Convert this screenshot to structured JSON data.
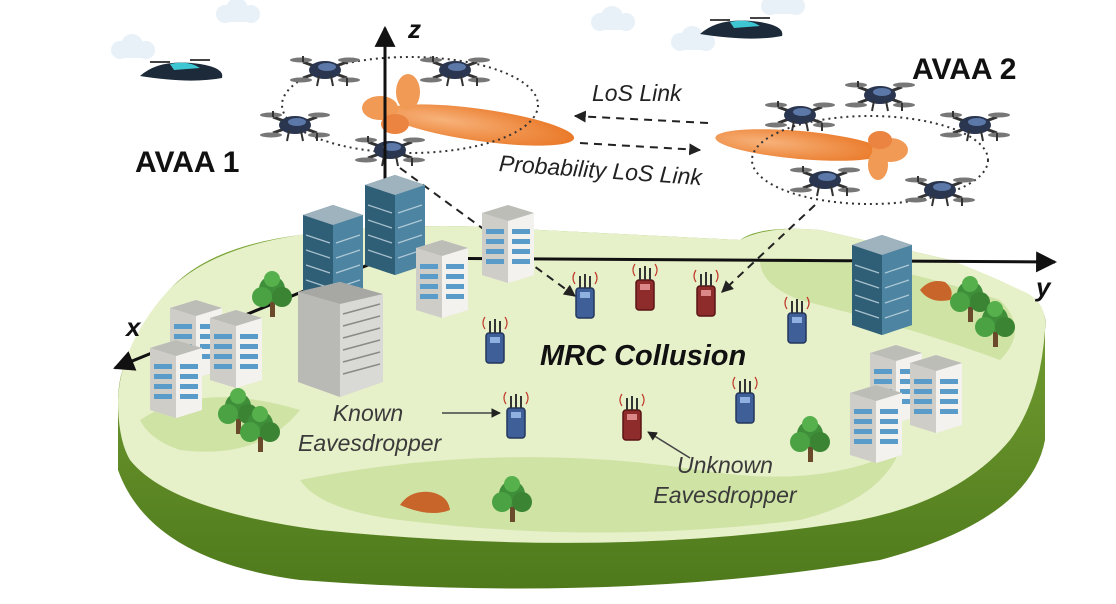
{
  "labels": {
    "avaa1": "AVAA 1",
    "avaa2": "AVAA 2",
    "axis_z": "z",
    "axis_y": "y",
    "axis_x": "x",
    "los_link": "LoS Link",
    "prob_los_link": "Probability LoS Link",
    "mrc_collusion": "MRC Collusion",
    "known_eaves_line1": "Known",
    "known_eaves_line2": "Eavesdropper",
    "unknown_eaves_line1": "Unknown",
    "unknown_eaves_line2": "Eavesdropper"
  },
  "colors": {
    "ground_top": "#e6f0c9",
    "ground_side": "#6f9a2c",
    "beam": "#f08a3c",
    "known_device": "#3f5f99",
    "unknown_device": "#8e2b2b",
    "drone_body": "#2a3550",
    "building_glass": "#2f5e77"
  },
  "icons": [
    "drone-icon",
    "air-taxi-icon",
    "building-icon",
    "tree-icon",
    "rock-icon",
    "cloud-icon",
    "eavesdropper-device-icon"
  ]
}
